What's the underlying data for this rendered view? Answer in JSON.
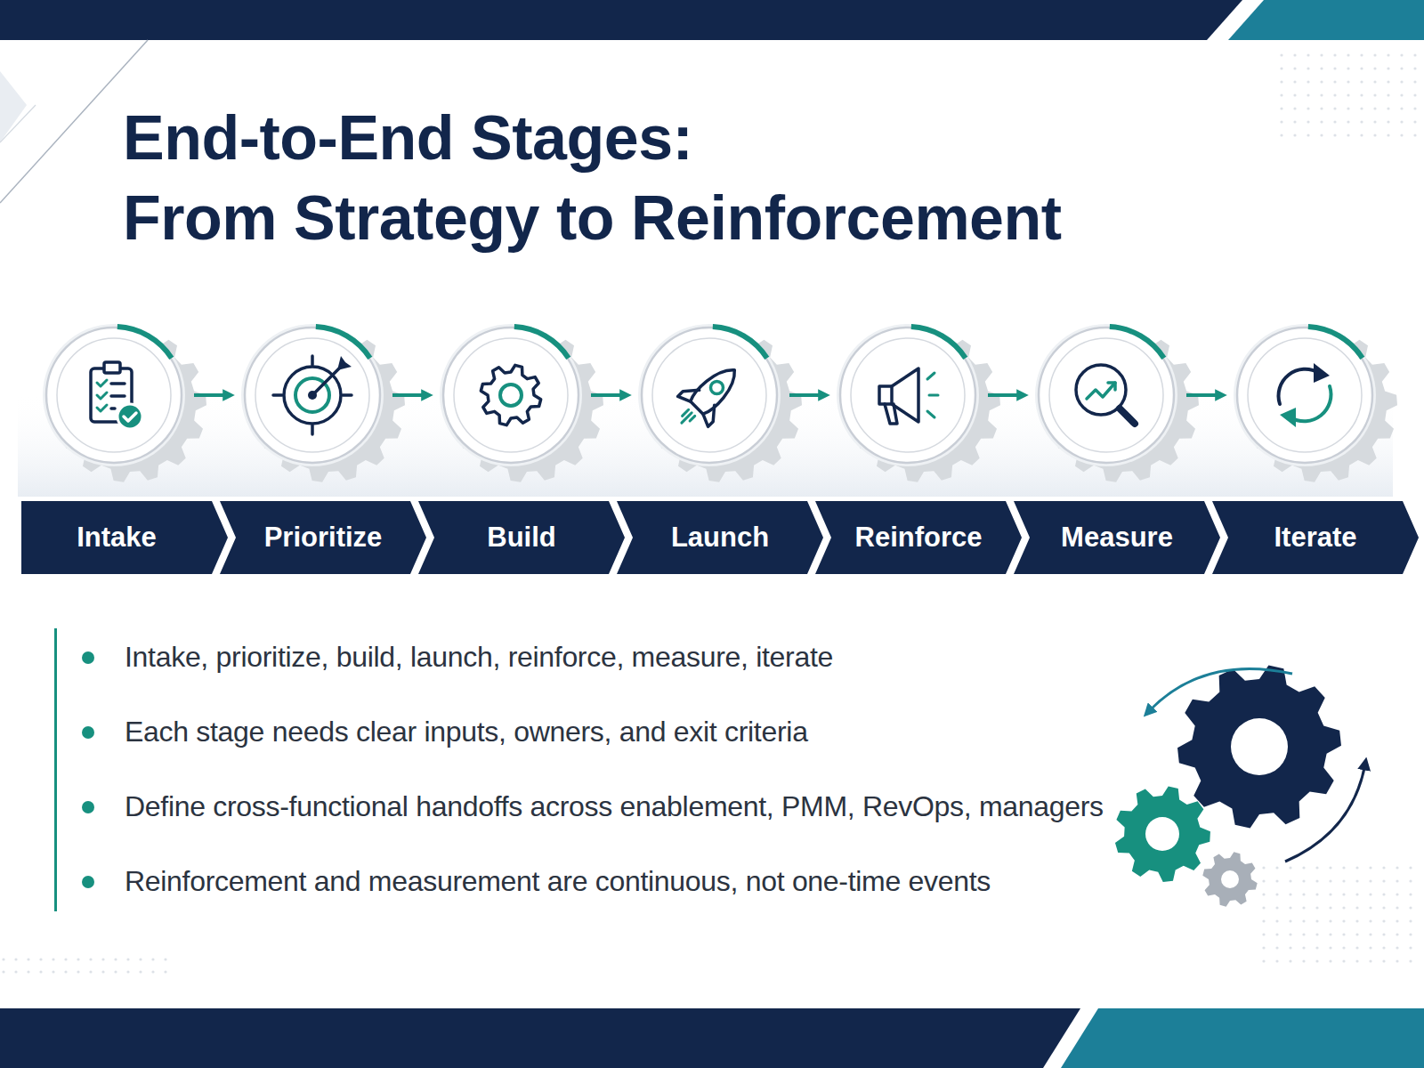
{
  "diagram": {
    "title": "End-to-End Stages: From Strategy to Reinforcement",
    "nodes": [
      {
        "text": [
          "Intake"
        ]
      },
      {
        "text": [
          "Prioritize"
        ]
      },
      {
        "text": [
          "Build"
        ]
      },
      {
        "text": [
          "Launch"
        ]
      },
      {
        "text": [
          "Reinforce"
        ]
      },
      {
        "text": [
          "Measure"
        ]
      },
      {
        "text": [
          "Iterate"
        ]
      }
    ],
    "edges": [
      {
        "from": 0,
        "to": 1,
        "arrow": "to"
      },
      {
        "from": 1,
        "to": 2,
        "arrow": "to"
      },
      {
        "from": 2,
        "to": 3,
        "arrow": "to"
      },
      {
        "from": 3,
        "to": 4,
        "arrow": "to"
      },
      {
        "from": 4,
        "to": 5,
        "arrow": "to"
      },
      {
        "from": 5,
        "to": 6,
        "arrow": "to"
      }
    ],
    "labels": [
      "Intake, prioritize, build, launch, reinforce, measure, iterate",
      "Each stage needs clear inputs, owners, and exit criteria",
      "Define cross-functional handoffs across enablement, PMM, RevOps, managers",
      "Reinforcement and measurement are continuous, not one-time events"
    ]
  }
}
